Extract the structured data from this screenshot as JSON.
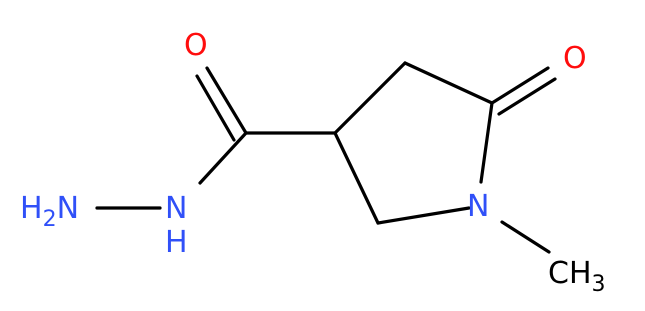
{
  "structure": {
    "atoms": {
      "o1": {
        "label": "O",
        "color": "#ff0d0d"
      },
      "o2": {
        "label": "O",
        "color": "#ff0d0d"
      },
      "n_ring": {
        "label": "N",
        "color": "#3050f8"
      },
      "nh": {
        "label": "N",
        "color": "#3050f8"
      },
      "nh_h": {
        "label": "H",
        "color": "#3050f8"
      },
      "nh2": {
        "label": "H",
        "sub": "2",
        "suffix": "N",
        "color": "#3050f8"
      },
      "methyl": {
        "label": "CH",
        "sub": "3",
        "color": "#000000"
      }
    },
    "bond_color": "#000000"
  }
}
